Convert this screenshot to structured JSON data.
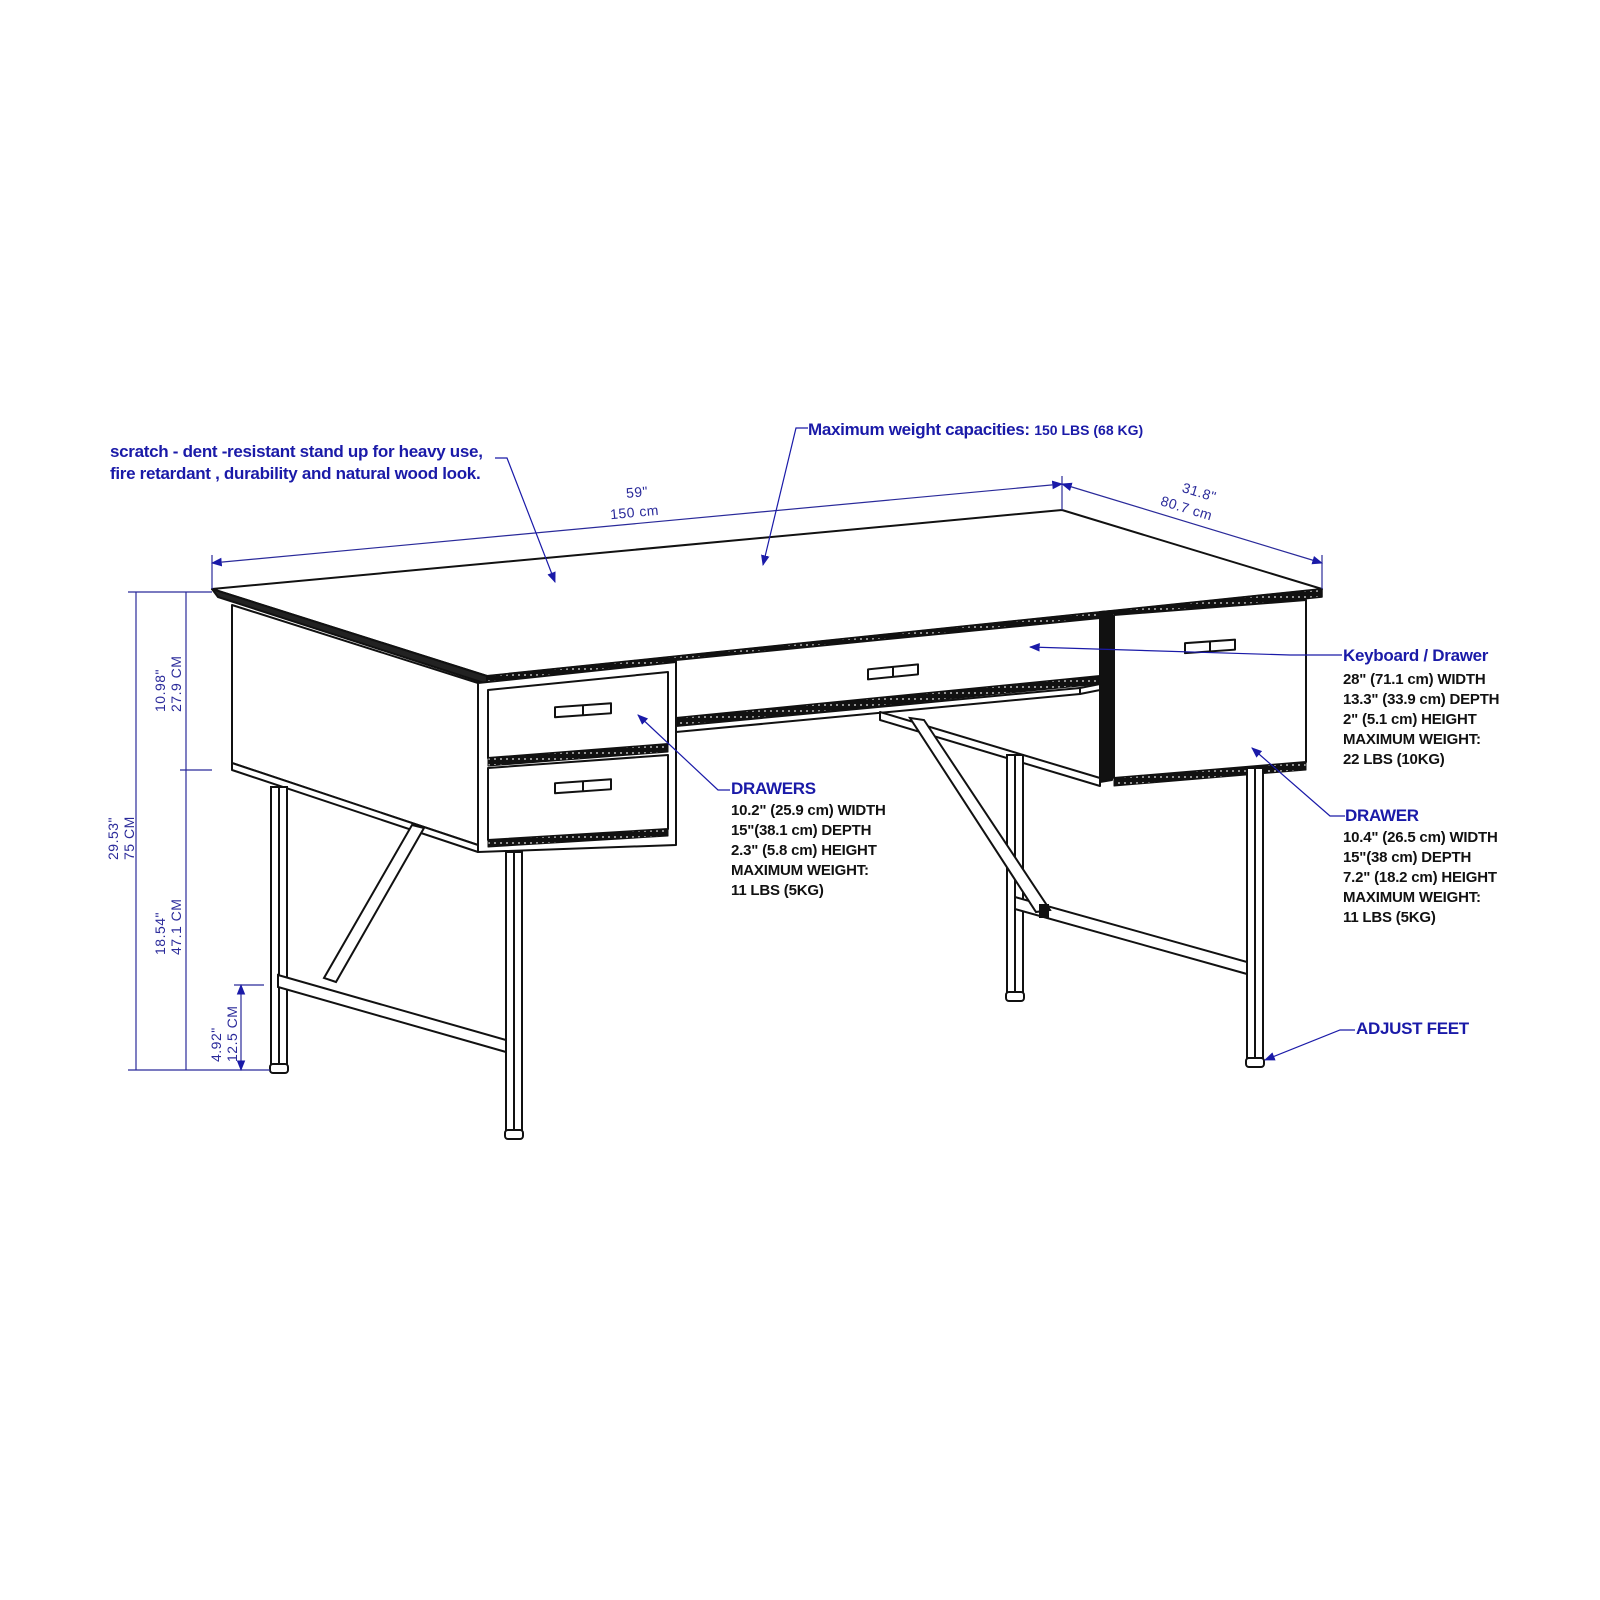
{
  "diagram": {
    "subject": "Writing desk with drawers - dimensional technical drawing",
    "colors": {
      "annotation": "#1a1aa8",
      "dimension": "#2a2a9a",
      "line": "#111111",
      "background": "#ffffff"
    }
  },
  "notes": {
    "material_line1": "scratch - dent -resistant stand up for heavy use,",
    "material_line2": "fire retardant , durability and natural wood look.",
    "max_weight_label": "Maximum weight capacities:",
    "max_weight_value": "150 LBS (68 KG)"
  },
  "dimensions": {
    "width_in": "59\"",
    "width_cm": "150  cm",
    "depth_in": "31.8\"",
    "depth_cm": "80.7  cm",
    "total_height_in": "29.53\"",
    "total_height_cm": "75  CM",
    "apron_height_in": "10.98\"",
    "apron_height_cm": "27.9  CM",
    "leg_height_in": "18.54\"",
    "leg_height_cm": "47.1  CM",
    "stretcher_height_in": "4.92\"",
    "stretcher_height_cm": "12.5  CM"
  },
  "callouts": {
    "keyboard_drawer": {
      "title": "Keyboard / Drawer",
      "specs": [
        "28\"  (71.1 cm) WIDTH",
        "13.3\"  (33.9 cm) DEPTH",
        "2\"    (5.1 cm) HEIGHT",
        "MAXIMUM WEIGHT:",
        "22 LBS (10KG)"
      ]
    },
    "drawers": {
      "title": "DRAWERS",
      "specs": [
        "10.2\"  (25.9 cm) WIDTH",
        "15\"(38.1 cm) DEPTH",
        "2.3\"  (5.8 cm) HEIGHT",
        "MAXIMUM WEIGHT:",
        "11 LBS (5KG)"
      ]
    },
    "drawer": {
      "title": "DRAWER",
      "specs": [
        "10.4\"  (26.5 cm) WIDTH",
        "15\"(38 cm) DEPTH",
        "7.2\"  (18.2 cm) HEIGHT",
        "MAXIMUM WEIGHT:",
        "11 LBS (5KG)"
      ]
    },
    "adjust_feet": {
      "title": "ADJUST FEET"
    }
  }
}
